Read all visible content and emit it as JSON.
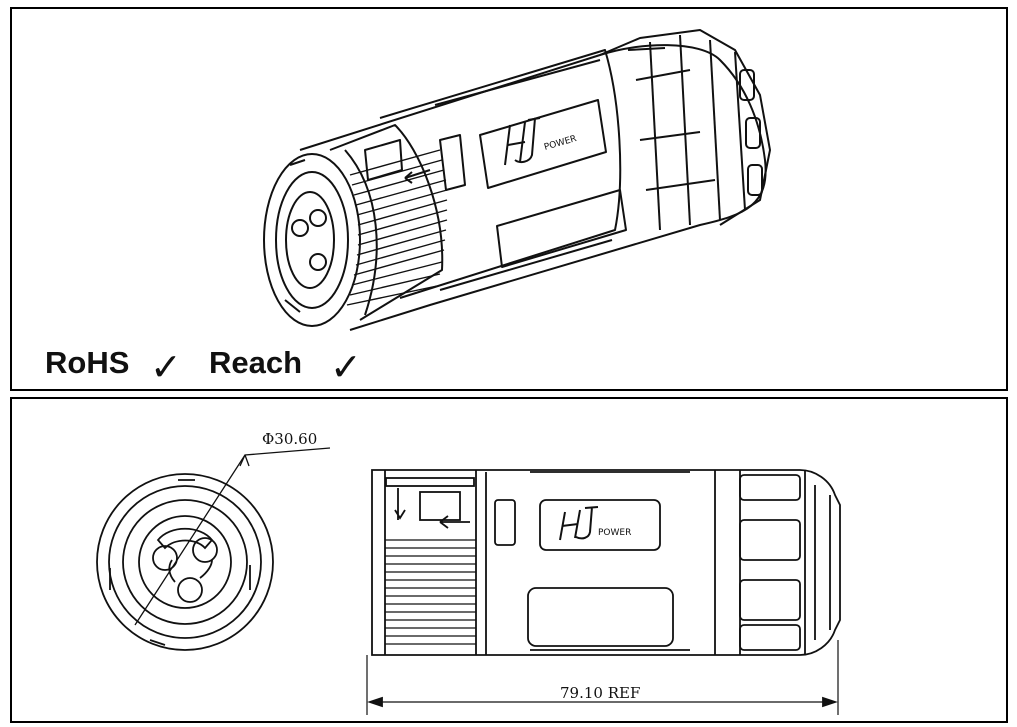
{
  "certifications": [
    {
      "label": "RoHS",
      "check": "✓"
    },
    {
      "label": "Reach",
      "check": "✓"
    }
  ],
  "dimensions": {
    "diameter": "Φ30.60",
    "length": "79.10 REF"
  },
  "brand_mark": "POWER",
  "icons": [
    "connector-isometric-drawing",
    "connector-front-view-drawing",
    "connector-side-view-drawing",
    "check-icon"
  ]
}
